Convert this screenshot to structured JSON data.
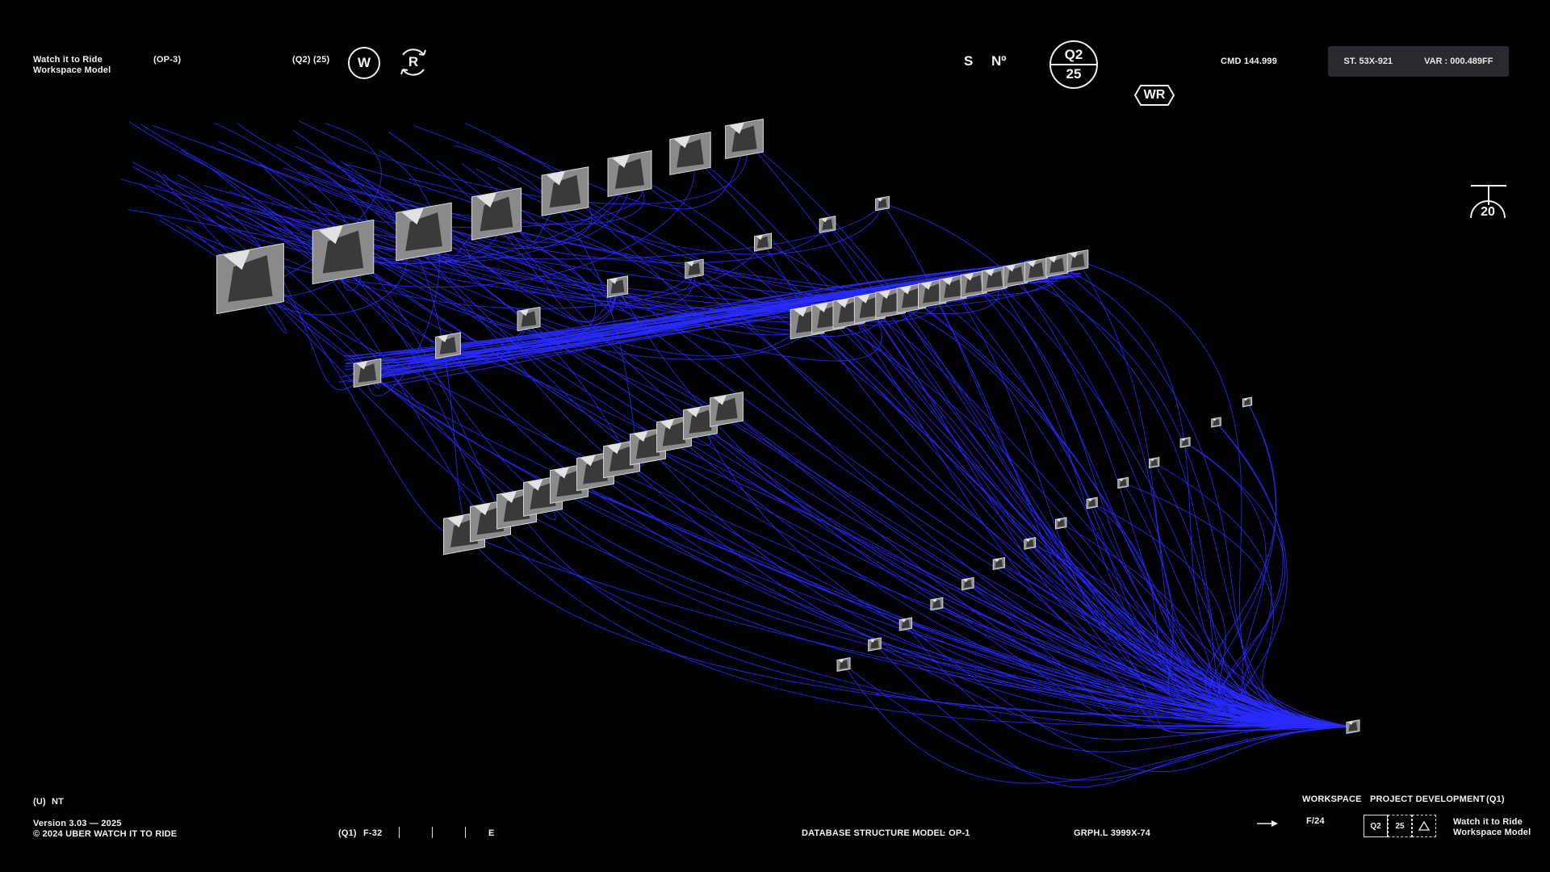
{
  "header": {
    "brand_line1": "Watch it to Ride",
    "brand_line2": "Workspace Model",
    "op_code": "(OP-3)",
    "quarter_tag": "(Q2) (25)",
    "w_label": "W",
    "r_label": "R",
    "s_label": "S",
    "no_label": "Nº",
    "q_badge_top": "Q2",
    "q_badge_bottom": "25",
    "wr_label": "WR",
    "cmd_label": "CMD 144.999",
    "status_st": "ST. 53X-921",
    "status_var": "VAR : 000.489FF"
  },
  "side": {
    "badge_value": "20"
  },
  "footer": {
    "u_tag": "(U)",
    "nt_tag": "NT",
    "version": "Version 3.03 — 2025",
    "copyright": "© 2024 UBER WATCH IT TO RIDE",
    "q1_tag": "(Q1)",
    "f_code": "F-32",
    "e_label": "E",
    "model_title": "DATABASE STRUCTURE MODEL",
    "model_op": "· OP-1",
    "graph_code": "GRPH.L 3999X-74",
    "nav_workspace": "WORKSPACE",
    "nav_project": "PROJECT DEVELOPMENT",
    "nav_q1": "(Q1)",
    "f24": "F/24",
    "box_q2": "Q2",
    "box_25": "25",
    "brand_line1": "Watch it to Ride",
    "brand_line2": "Workspace Model"
  },
  "colors": {
    "background": "#000000",
    "accent_blue": "#2a2cff",
    "text": "#f2f2f2",
    "panel": "#2a2a2e"
  },
  "icons": {
    "arrow": "arrow-right-icon",
    "triangle": "triangle-icon",
    "refresh": "refresh-arc-icon",
    "hexagon": "hexagon-icon",
    "t_mark": "t-bar-icon"
  }
}
